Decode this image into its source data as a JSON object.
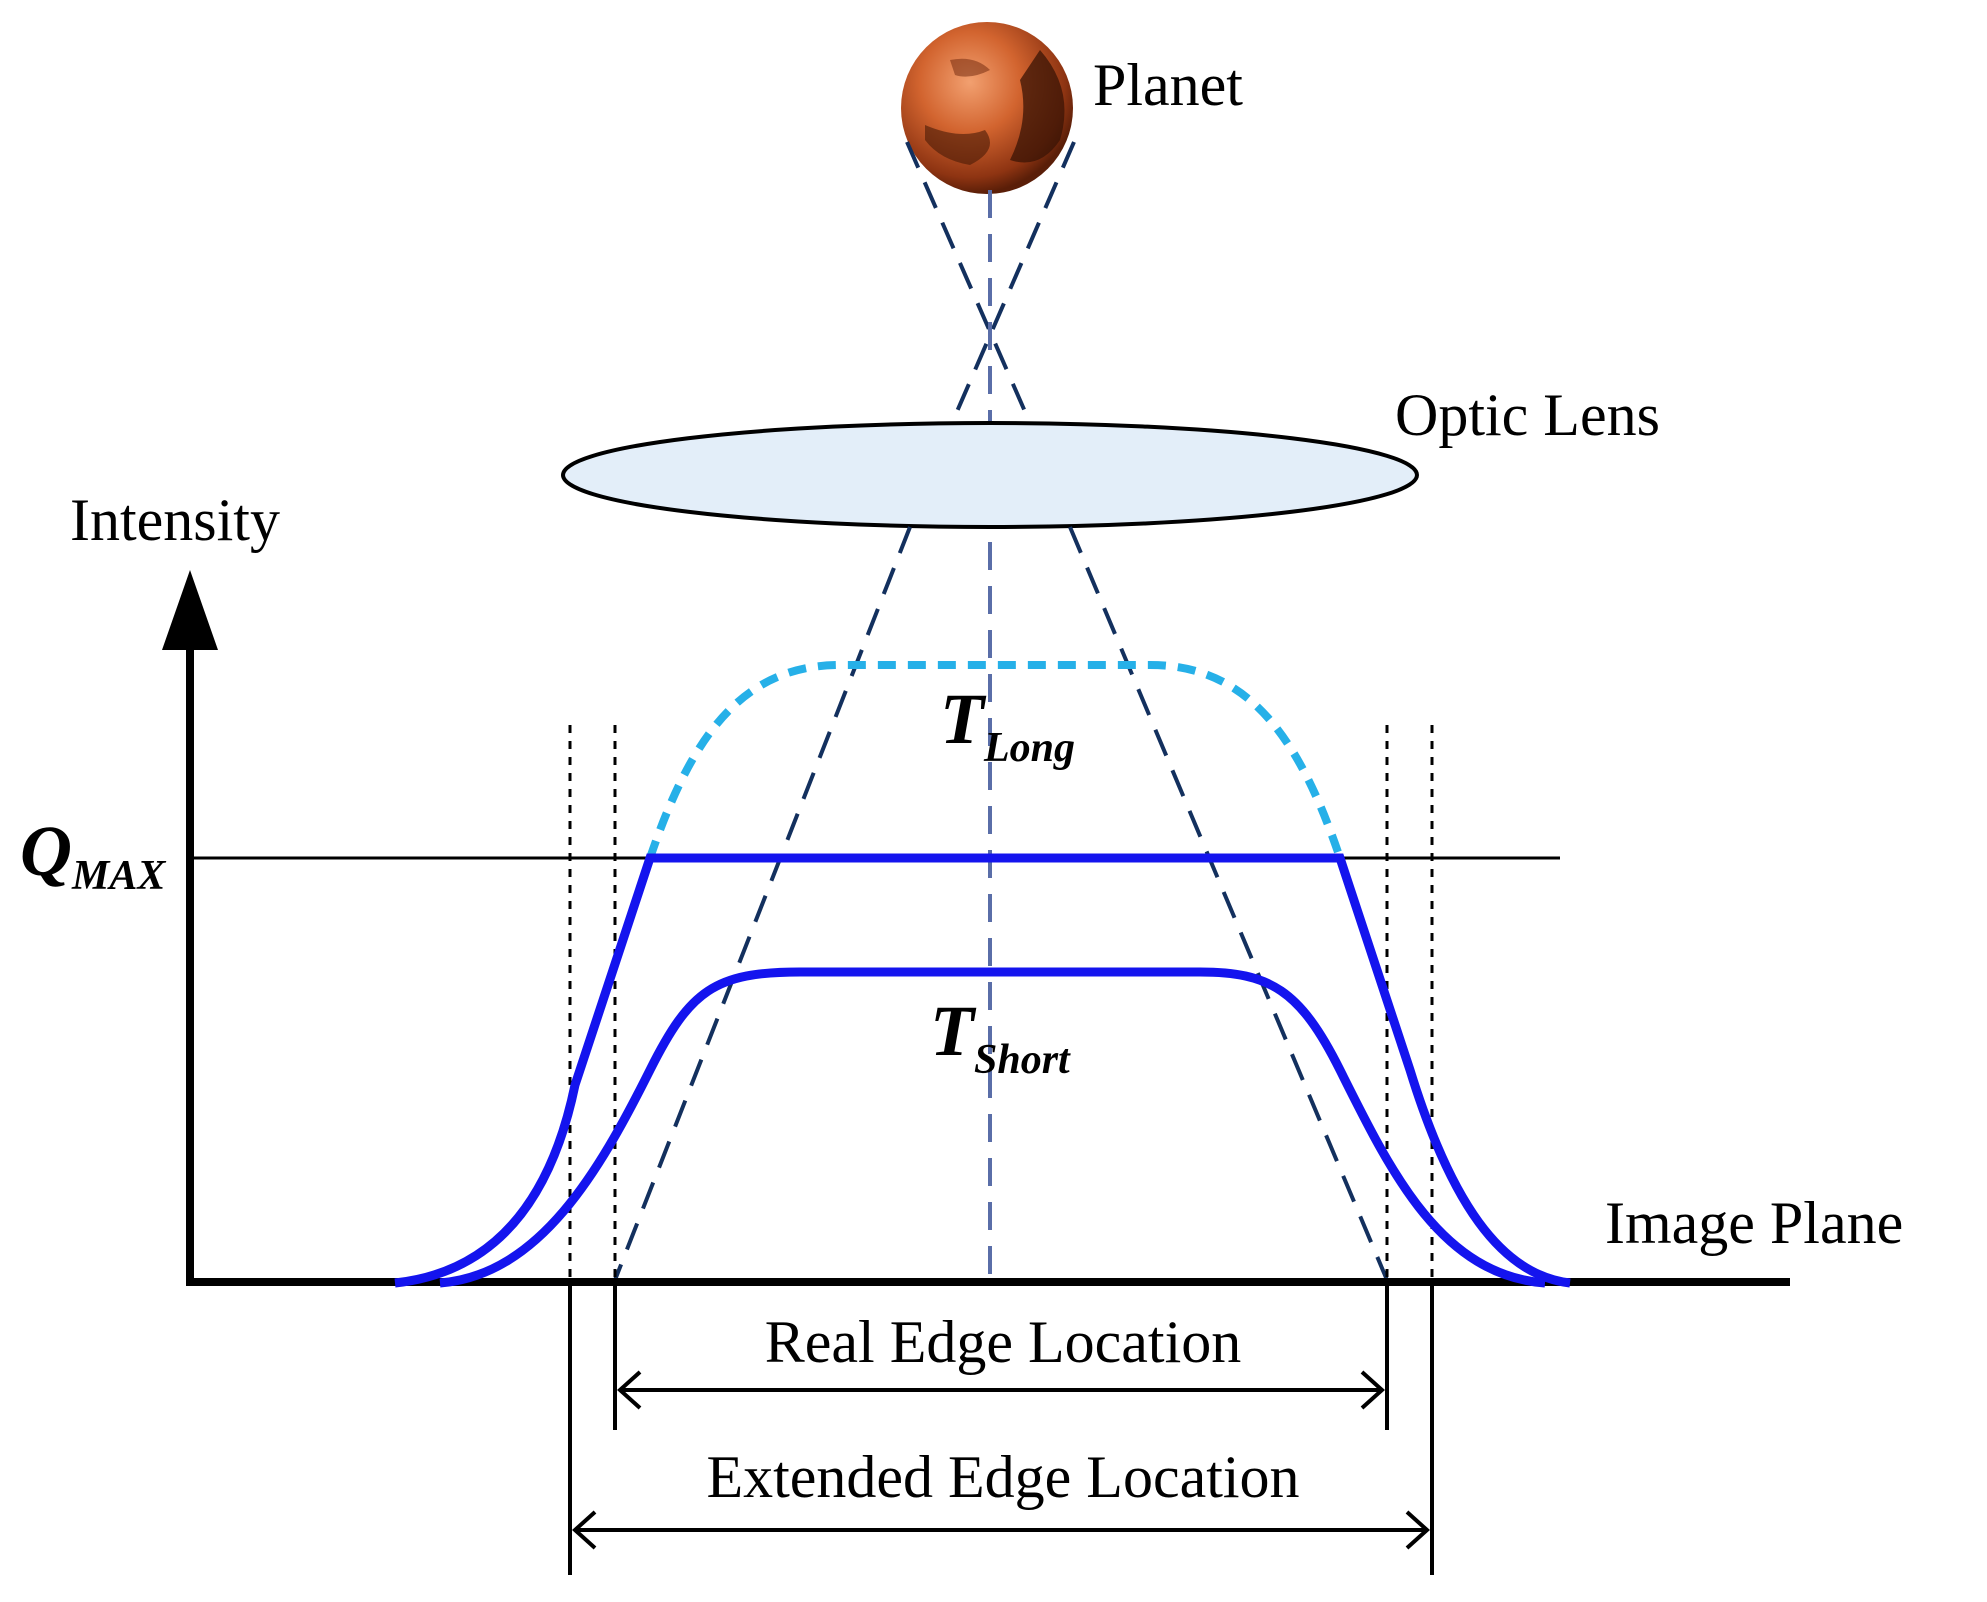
{
  "labels": {
    "planet": "Planet",
    "optic_lens": "Optic Lens",
    "intensity": "Intensity",
    "image_plane": "Image Plane",
    "q_max_main": "Q",
    "q_max_sub": "MAX",
    "t_long_main": "T",
    "t_long_sub": "Long",
    "t_short_main": "T",
    "t_short_sub": "Short",
    "real_edge": "Real Edge Location",
    "extended_edge": "Extended Edge Location"
  },
  "colors": {
    "planet": "#c4572a",
    "lens_fill": "#e3eef9",
    "rays": "#13305e",
    "center_axis": "#5a6ea8",
    "t_long_dotted": "#26b0e8",
    "curves": "#1414ee",
    "axes": "#000000"
  }
}
